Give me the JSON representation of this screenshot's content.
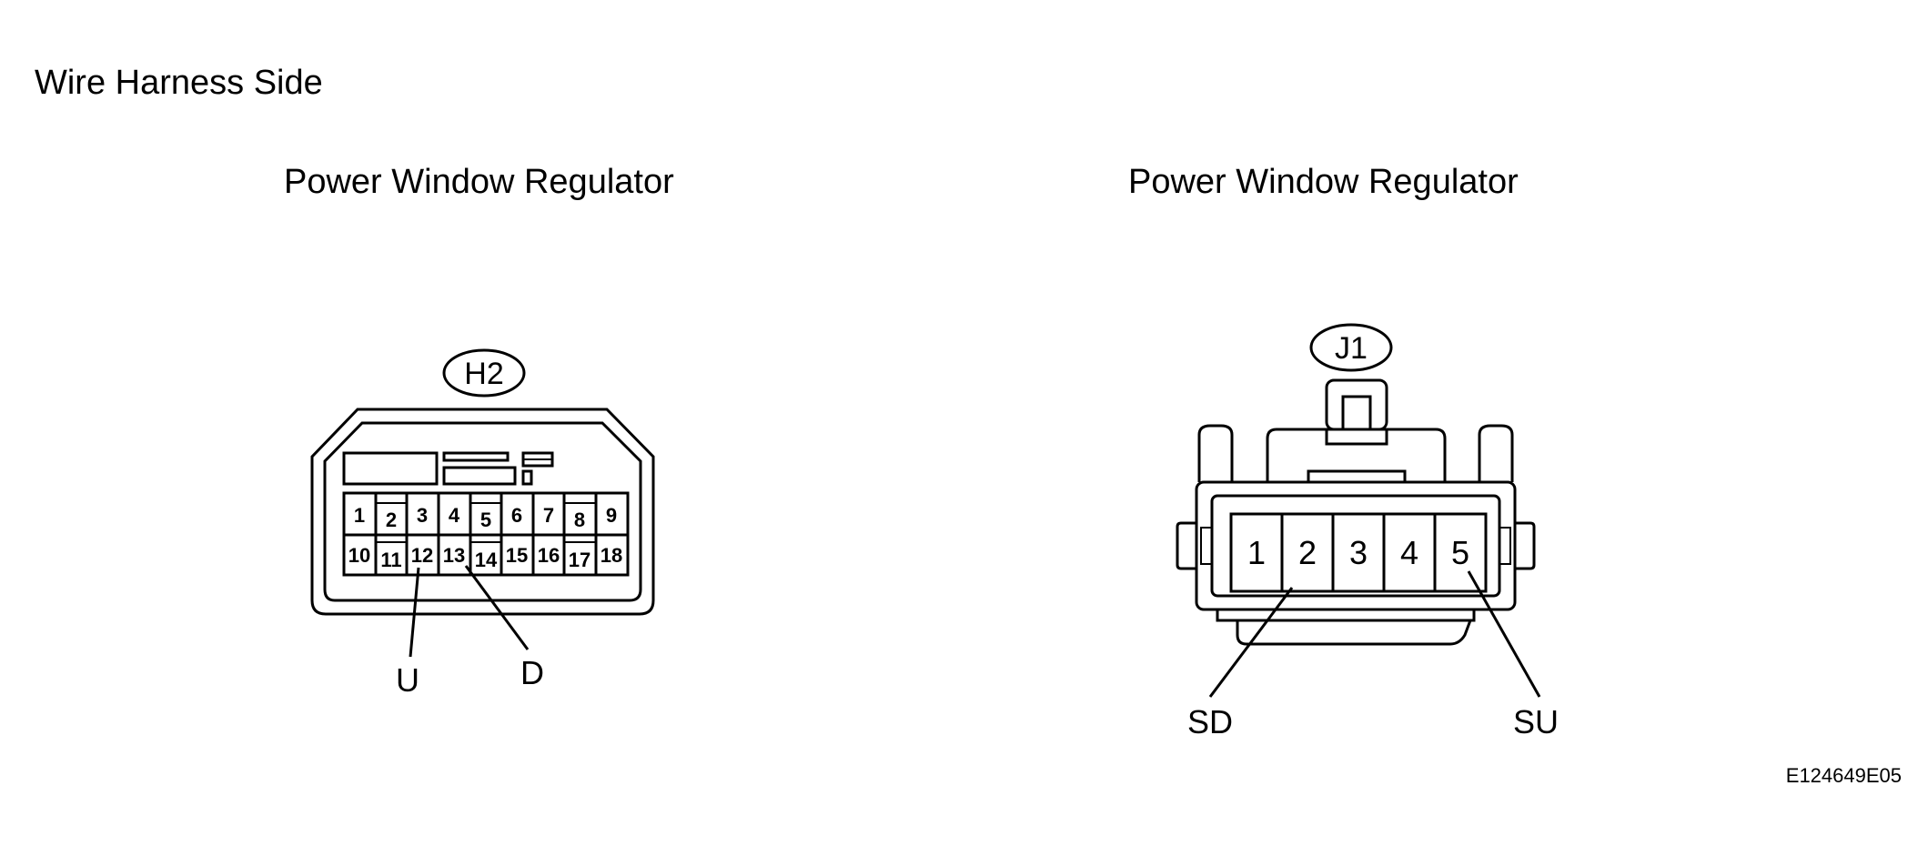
{
  "heading": "Wire Harness Side",
  "figure_code": "E124649E05",
  "connectors": {
    "left": {
      "title": "Power Window Regulator",
      "code": "H2",
      "top_row_pins": [
        "1",
        "2",
        "3",
        "4",
        "5",
        "6",
        "7",
        "8",
        "9"
      ],
      "bottom_row_pins": [
        "10",
        "11",
        "12",
        "13",
        "14",
        "15",
        "16",
        "17",
        "18"
      ],
      "callouts": {
        "u": "U",
        "d": "D"
      }
    },
    "right": {
      "title": "Power Window Regulator",
      "code": "J1",
      "pins": [
        "1",
        "2",
        "3",
        "4",
        "5"
      ],
      "callouts": {
        "sd": "SD",
        "su": "SU"
      }
    }
  }
}
